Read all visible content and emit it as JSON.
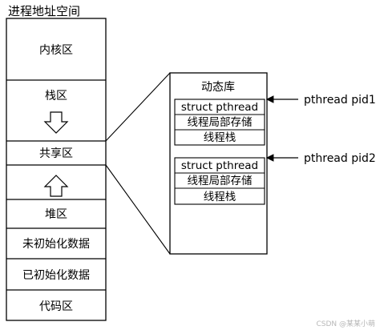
{
  "title": "进程地址空间",
  "address_space": {
    "kernel": "内核区",
    "stack": "栈区",
    "shared": "共享区",
    "heap": "堆区",
    "bss": "未初始化数据",
    "data": "已初始化数据",
    "code": "代码区"
  },
  "dynamic_lib": {
    "title": "动态库",
    "threads": [
      {
        "struct": "struct pthread",
        "tls": "线程局部存储",
        "stack": "线程栈"
      },
      {
        "struct": "struct pthread",
        "tls": "线程局部存储",
        "stack": "线程栈"
      }
    ]
  },
  "pointers": [
    "pthread pid1",
    "pthread pid2"
  ],
  "watermark": "CSDN @某某小萌"
}
